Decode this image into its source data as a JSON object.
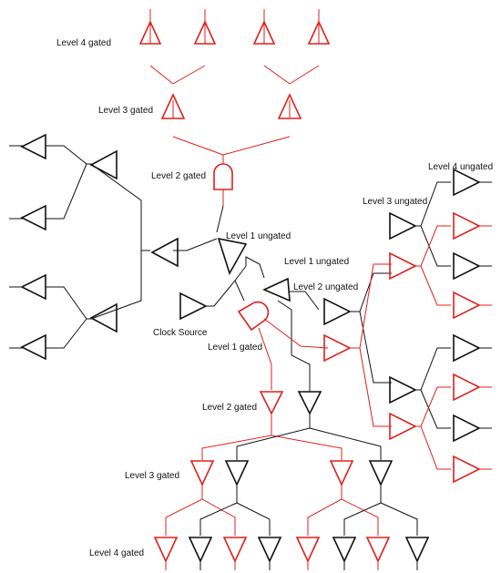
{
  "colors": {
    "gated": "#e0201a",
    "ungated": "#111111",
    "background": "#ffffff"
  },
  "labels": {
    "level4_gated_top": "Level 4 gated",
    "level3_gated_top": "Level 3 gated",
    "level2_gated_top": "Level 2 gated",
    "level1_ungated_a": "Level 1 ungated",
    "level1_ungated_b": "Level 1 ungated",
    "level4_ungated": "Level 4 ungated",
    "level3_ungated": "Level 3 ungated",
    "level2_ungated": "Level 2 ungated",
    "clock_source": "Clock Source",
    "level1_gated": "Level 1 gated",
    "level2_gated_bottom": "Level 2 gated",
    "level3_gated_bottom": "Level 3 gated",
    "level4_gated_bottom": "Level 4 gated"
  }
}
